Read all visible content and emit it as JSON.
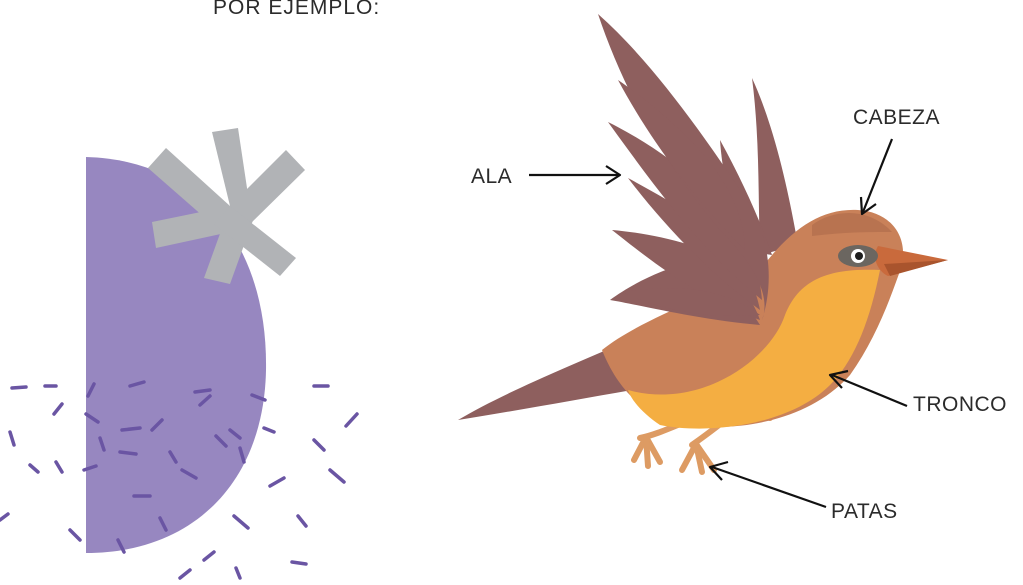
{
  "caption": "POR EJEMPLO:",
  "labels": {
    "wing": "ALA",
    "head": "CABEZA",
    "trunk": "TRONCO",
    "legs": "PATAS"
  },
  "colors": {
    "purple_shape": "#9787c0",
    "purple_dashes": "#6a55a3",
    "asterisk": "#b1b3b6",
    "wing_dark": "#8e5f5e",
    "body_brown": "#c98159",
    "belly_yellow": "#f4ae42",
    "beak": "#c96a3c",
    "legs": "#dd9b63",
    "arrow": "#111111"
  }
}
